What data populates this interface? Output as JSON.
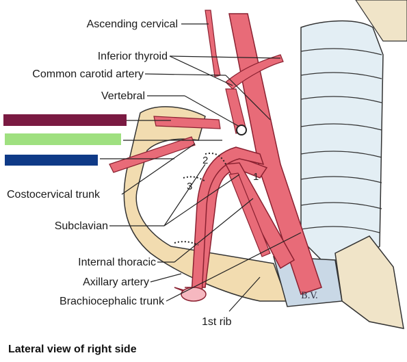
{
  "caption": "Lateral view of right side",
  "labels": {
    "ascending_cervical": "Ascending cervical",
    "inferior_thyroid": "Inferior thyroid",
    "common_carotid": "Common carotid artery",
    "vertebral": "Vertebral",
    "costocervical_trunk": "Costocervical trunk",
    "subclavian": "Subclavian",
    "internal_thoracic": "Internal thoracic",
    "axillary_artery": "Axillary artery",
    "brachiocephalic_trunk": "Brachiocephalic trunk",
    "first_rib": "1st rib"
  },
  "segments": {
    "one": "1",
    "two": "2",
    "three": "3"
  },
  "signature": "B.V.",
  "redaction_colors": {
    "top": "#7a1a42",
    "middle": "#9fe080",
    "bottom": "#0f3a87"
  },
  "colors": {
    "artery": "#e86b78",
    "artery_dark": "#b83848",
    "bone": "#f2dcb0",
    "cartilage": "#d9e6ee",
    "ink": "#222222"
  }
}
